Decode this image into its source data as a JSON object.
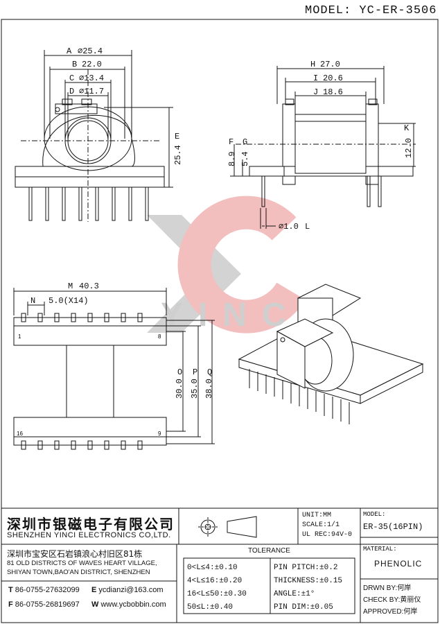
{
  "model": "MODEL: YC-ER-3506",
  "watermark": "YINCI",
  "dims": {
    "A": "A",
    "A_v": "⌀25.4",
    "B": "B",
    "B_v": "22.0",
    "C": "C",
    "C_v": "⌀13.4",
    "D": "D",
    "D_v": "⌀11.7",
    "E": "E",
    "E_v": "25.4",
    "H": "H",
    "H_v": "27.0",
    "I": "I",
    "I_v": "20.6",
    "J": "J",
    "J_v": "18.6",
    "K": "K",
    "K_v": "12.0",
    "F": "F",
    "F_v": "8.9",
    "G": "G",
    "G_v": "5.4",
    "L": "L",
    "L_v": "⌀1.0",
    "M": "M",
    "M_v": "40.3",
    "N": "N",
    "N_v": "5.0(X14)",
    "O": "O",
    "O_v": "30.0",
    "P": "P",
    "P_v": "35.0",
    "Q": "Q",
    "Q_v": "38.0",
    "pin8": "8",
    "pin1": "1",
    "pin16": "16",
    "pin9": "9"
  },
  "title_block": {
    "company_cn": "深圳市银磁电子有限公司",
    "company_en": "SHENZHEN YINCI ELECTRONICS CO,LTD.",
    "addr_cn": "深圳市宝安区石岩镇浪心村旧区81栋",
    "addr_en1": "81 OLD DISTRICTS OF WAVES HEART VILLAGE,",
    "addr_en2": "SHIYAN TOWN,BAO'AN DISTRICT, SHENZHEN",
    "tel_label": "T",
    "tel": "86-0755-27632099",
    "email_label": "E",
    "email": "ycdianzi@163.com",
    "fax_label": "F",
    "fax": "86-0755-26819697",
    "web_label": "W",
    "web": "www.ycbobbin.com",
    "unit": "UNIT:MM",
    "scale": "SCALE:1/1",
    "ul": "UL REC:94V-0",
    "model_label": "MODEL:",
    "model_value": "ER-35(16PIN)",
    "material_label": "MATERIAL:",
    "material_value": "PHENOLIC",
    "tolerance_title": "TOLERANCE",
    "tol": [
      "0<L≤4:±0.10",
      "4<L≤16:±0.20",
      "16<L≤50:±0.30",
      "50≤L:±0.40"
    ],
    "tol2": [
      "PIN PITCH:±0.2",
      "THICKNESS:±0.15",
      "ANGLE:±1°",
      "PIN DIM:±0.05"
    ],
    "drwn_label": "DRWN BY:",
    "drwn": "何岸",
    "check_label": "CHECK BY:",
    "check": "黄丽仪",
    "appr_label": "APPROVED:",
    "appr": "何岸"
  }
}
